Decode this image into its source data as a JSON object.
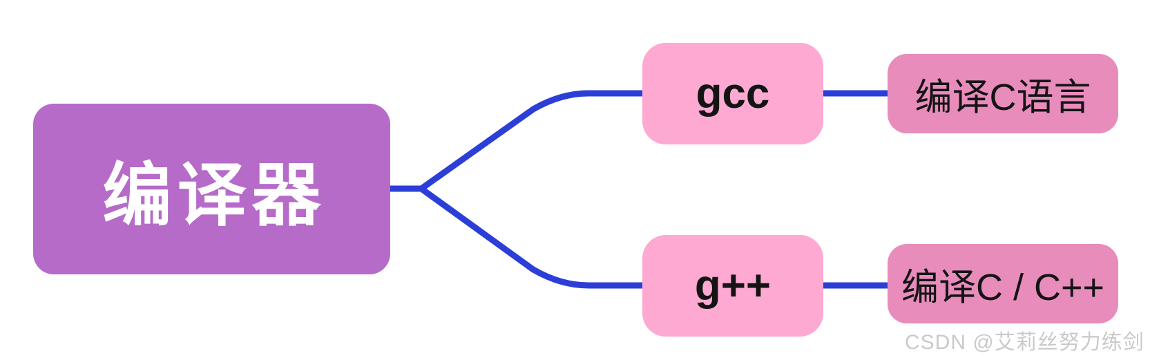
{
  "mindmap": {
    "root": {
      "label": "编译器"
    },
    "branches": [
      {
        "node": {
          "label": "gcc"
        },
        "leaf": {
          "label": "编译C语言"
        }
      },
      {
        "node": {
          "label": "g++"
        },
        "leaf": {
          "label": "编译C / C++"
        }
      }
    ]
  },
  "watermark": {
    "text": "CSDN @艾莉丝努力练剑"
  },
  "colors": {
    "background": "#ffffff",
    "root_fill": "#b66bc9",
    "root_text": "#ffffff",
    "branch_fill": "#fda9d2",
    "leaf_fill": "#e88cbc",
    "node_text": "#141414",
    "connector": "#2b3fd8",
    "watermark_text": "#c9c9c9"
  }
}
